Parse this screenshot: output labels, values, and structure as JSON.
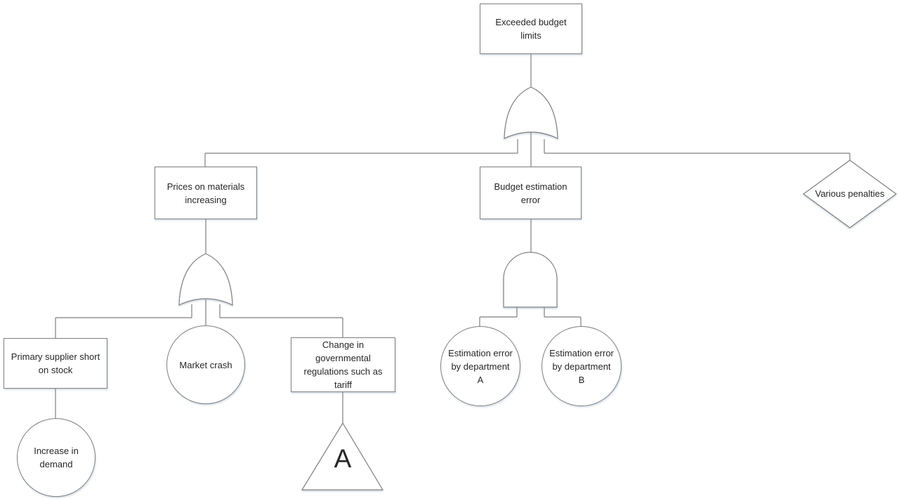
{
  "style": {
    "line_color": "#7f7f7f",
    "text_color": "#262626",
    "shape_fill": "#ffffff",
    "background": "#ffffff"
  },
  "diagram_type": "fault-tree",
  "nodes": {
    "top_event": {
      "label": "Exceeded budget\nlimits",
      "shape": "rectangle"
    },
    "prices_increasing": {
      "label": "Prices on materials\nincreasing",
      "shape": "rectangle"
    },
    "budget_estimation_error": {
      "label": "Budget estimation\nerror",
      "shape": "rectangle"
    },
    "various_penalties": {
      "label": "Various penalties",
      "shape": "diamond"
    },
    "primary_supplier_short": {
      "label": "Primary supplier short\non stock",
      "shape": "rectangle"
    },
    "market_crash": {
      "label": "Market crash",
      "shape": "circle"
    },
    "regulation_change": {
      "label": "Change in\ngovernmental\nregulations such as\ntariff",
      "shape": "rectangle"
    },
    "increase_in_demand": {
      "label": "Increase in\ndemand",
      "shape": "circle"
    },
    "estimation_error_dept_a": {
      "label": "Estimation error\nby department\nA",
      "shape": "circle"
    },
    "estimation_error_dept_b": {
      "label": "Estimation error\nby department\nB",
      "shape": "circle"
    },
    "transfer_a": {
      "label": "A",
      "shape": "triangle"
    }
  },
  "gates": [
    {
      "id": "or-gate-top",
      "type": "OR",
      "parent": "top_event"
    },
    {
      "id": "or-gate-left",
      "type": "OR",
      "parent": "prices_increasing"
    },
    {
      "id": "and-gate-center",
      "type": "AND",
      "parent": "budget_estimation_error"
    }
  ]
}
